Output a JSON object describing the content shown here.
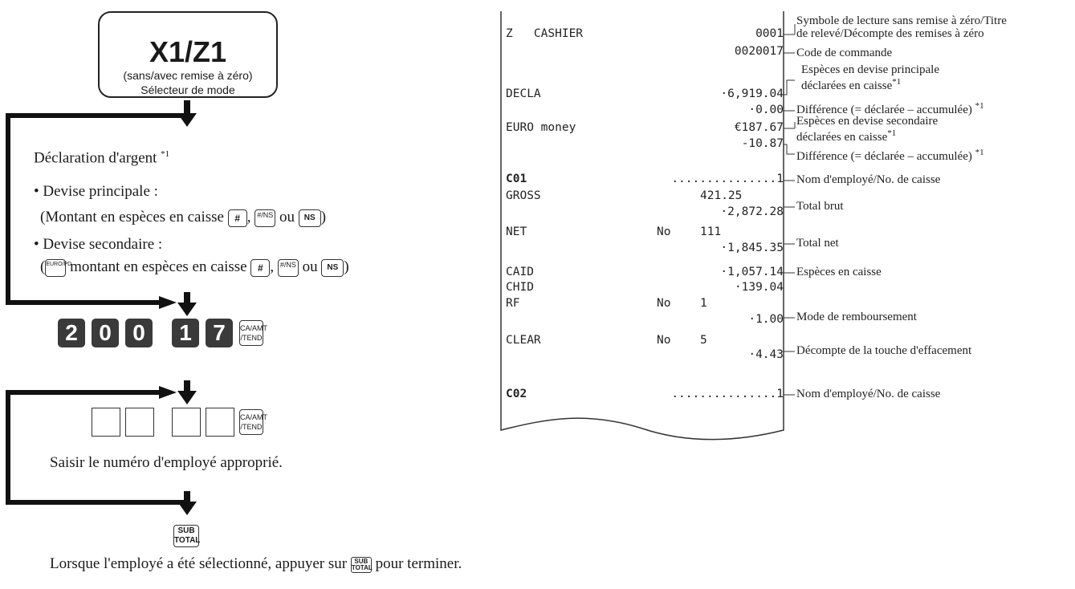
{
  "mode_selector": {
    "title": "X1/Z1",
    "subtitle": "(sans/avec remise à zéro)",
    "caption": "Sélecteur de mode"
  },
  "steps": {
    "cash_declaration": "Déclaration d'argent",
    "note_mark": "*1",
    "primary_label": "• Devise principale :",
    "primary_detail_a": "(Montant en espèces en caisse",
    "primary_detail_b": "ou",
    "primary_detail_c": ")",
    "secondary_label": "• Devise secondaire :",
    "secondary_detail_a": "(",
    "secondary_detail_b": "montant en espèces en caisse",
    "secondary_detail_c": "ou",
    "secondary_detail_d": ")",
    "command_digits": [
      "2",
      "0",
      "0",
      "1",
      "7"
    ],
    "enter_employee": "Saisir le numéro d'employé approprié.",
    "finish_a": "Lorsque l'employé a été sélectionné, appuyer sur",
    "finish_b": "pour terminer."
  },
  "keys": {
    "hash": "#",
    "hash_ns_top": "#",
    "hash_ns_bottom": "NS",
    "ns": "NS",
    "euro_pd_top": "EURO",
    "euro_pd_bottom": "PD",
    "ca_amt_top": "CA/AMT",
    "ca_amt_bottom": "/TEND",
    "subtotal_top": "SUB",
    "subtotal_bottom": "TOTAL"
  },
  "receipt": {
    "row1_left": "Z   CASHIER",
    "row1_right": "0001",
    "row2_right": "0020017",
    "decla_label": "DECLA",
    "decla_value": "·6,919.04",
    "decla_diff": "·0.00",
    "euro_label": "EURO money",
    "euro_value": "€187.67",
    "euro_diff": "-10.87",
    "c01_label": "C01",
    "c01_dots": "...............1",
    "gross_label": "GROSS",
    "gross_count": "421.25",
    "gross_amount": "·2,872.28",
    "net_label": "NET",
    "net_no": "No",
    "net_count": "111",
    "net_amount": "·1,845.35",
    "caid_label": "CAID",
    "caid_value": "·1,057.14",
    "chid_label": "CHID",
    "chid_value": "·139.04",
    "rf_label": "RF",
    "rf_no": "No",
    "rf_count": "1",
    "rf_amount": "·1.00",
    "clear_label": "CLEAR",
    "clear_no": "No",
    "clear_count": "5",
    "clear_amount": "·4.43",
    "c02_label": "C02",
    "c02_dots": "...............1"
  },
  "annotations": {
    "a1_line1": "Symbole de lecture sans remise à zéro/Titre",
    "a1_line2": "de relevé/Décompte des remises à zéro",
    "a2": "Code de commande",
    "a3_line1": "Espèces en devise principale",
    "a3_line2": "déclarées en caisse",
    "a4": "Différence (= déclarée – accumulée)",
    "a5_line1": "Espèces en devise secondaire",
    "a5_line2": "déclarées en caisse",
    "a6": "Différence (= déclarée – accumulée)",
    "a7": "Nom d'employé/No. de caisse",
    "a8": "Total brut",
    "a9": "Total net",
    "a10": "Espèces en caisse",
    "a11": "Mode de remboursement",
    "a12": "Décompte de la touche d'effacement",
    "a13": "Nom d'employé/No. de caisse",
    "note": "*1"
  }
}
